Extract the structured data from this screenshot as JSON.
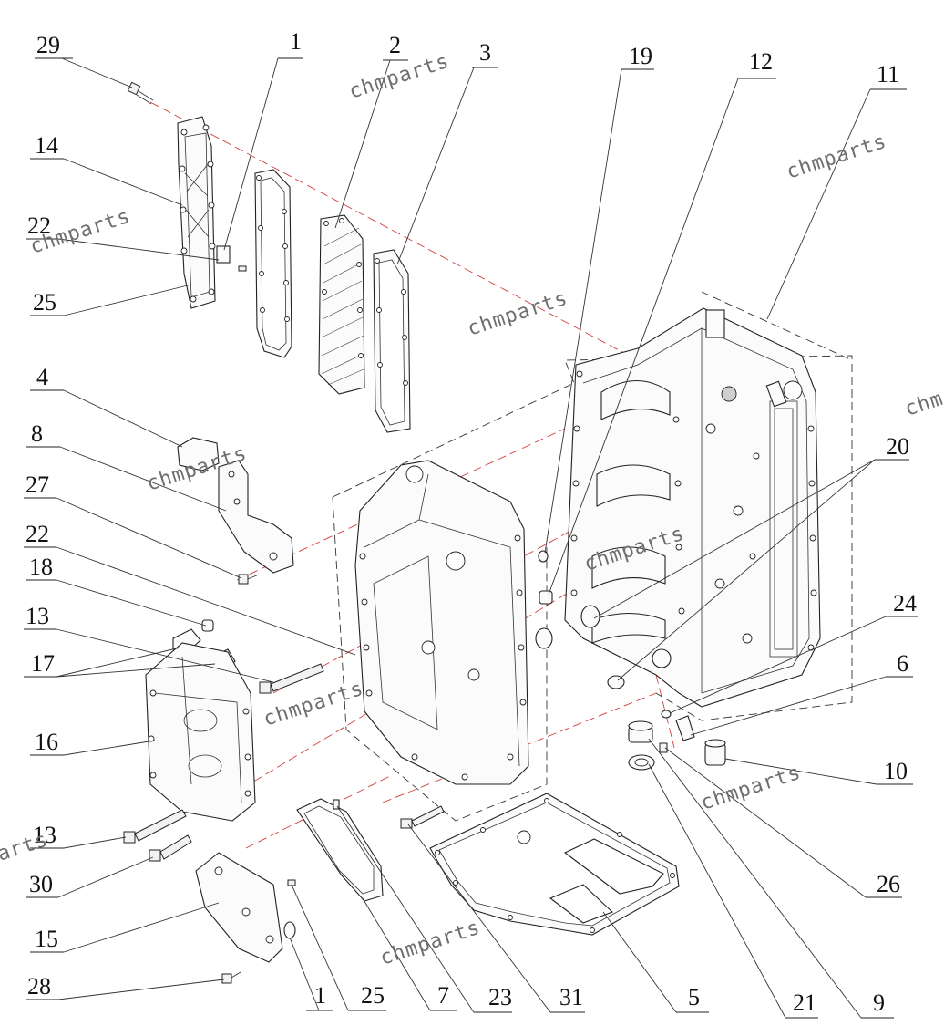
{
  "diagram": {
    "watermark_text": "chmparts",
    "callouts": [
      {
        "id": "c29a",
        "label": "29"
      },
      {
        "id": "c1a",
        "label": "1"
      },
      {
        "id": "c2",
        "label": "2"
      },
      {
        "id": "c3",
        "label": "3"
      },
      {
        "id": "c19",
        "label": "19"
      },
      {
        "id": "c12",
        "label": "12"
      },
      {
        "id": "c11",
        "label": "11"
      },
      {
        "id": "c14",
        "label": "14"
      },
      {
        "id": "c22a",
        "label": "22"
      },
      {
        "id": "c25a",
        "label": "25"
      },
      {
        "id": "c4",
        "label": "4"
      },
      {
        "id": "c8",
        "label": "8"
      },
      {
        "id": "c27",
        "label": "27"
      },
      {
        "id": "c22b",
        "label": "22"
      },
      {
        "id": "c18",
        "label": "18"
      },
      {
        "id": "c13a",
        "label": "13"
      },
      {
        "id": "c17",
        "label": "17"
      },
      {
        "id": "c16",
        "label": "16"
      },
      {
        "id": "c13b",
        "label": "13"
      },
      {
        "id": "c30",
        "label": "30"
      },
      {
        "id": "c15",
        "label": "15"
      },
      {
        "id": "c28",
        "label": "28"
      },
      {
        "id": "c20",
        "label": "20"
      },
      {
        "id": "c24",
        "label": "24"
      },
      {
        "id": "c6",
        "label": "6"
      },
      {
        "id": "c10",
        "label": "10"
      },
      {
        "id": "c26",
        "label": "26"
      },
      {
        "id": "c1b",
        "label": "1"
      },
      {
        "id": "c25b",
        "label": "25"
      },
      {
        "id": "c7",
        "label": "7"
      },
      {
        "id": "c23",
        "label": "23"
      },
      {
        "id": "c31",
        "label": "31"
      },
      {
        "id": "c5",
        "label": "5"
      },
      {
        "id": "c21",
        "label": "21"
      },
      {
        "id": "c9",
        "label": "9"
      }
    ],
    "watermark_partial_right": "chm",
    "watermark_partial_left": "arts"
  }
}
